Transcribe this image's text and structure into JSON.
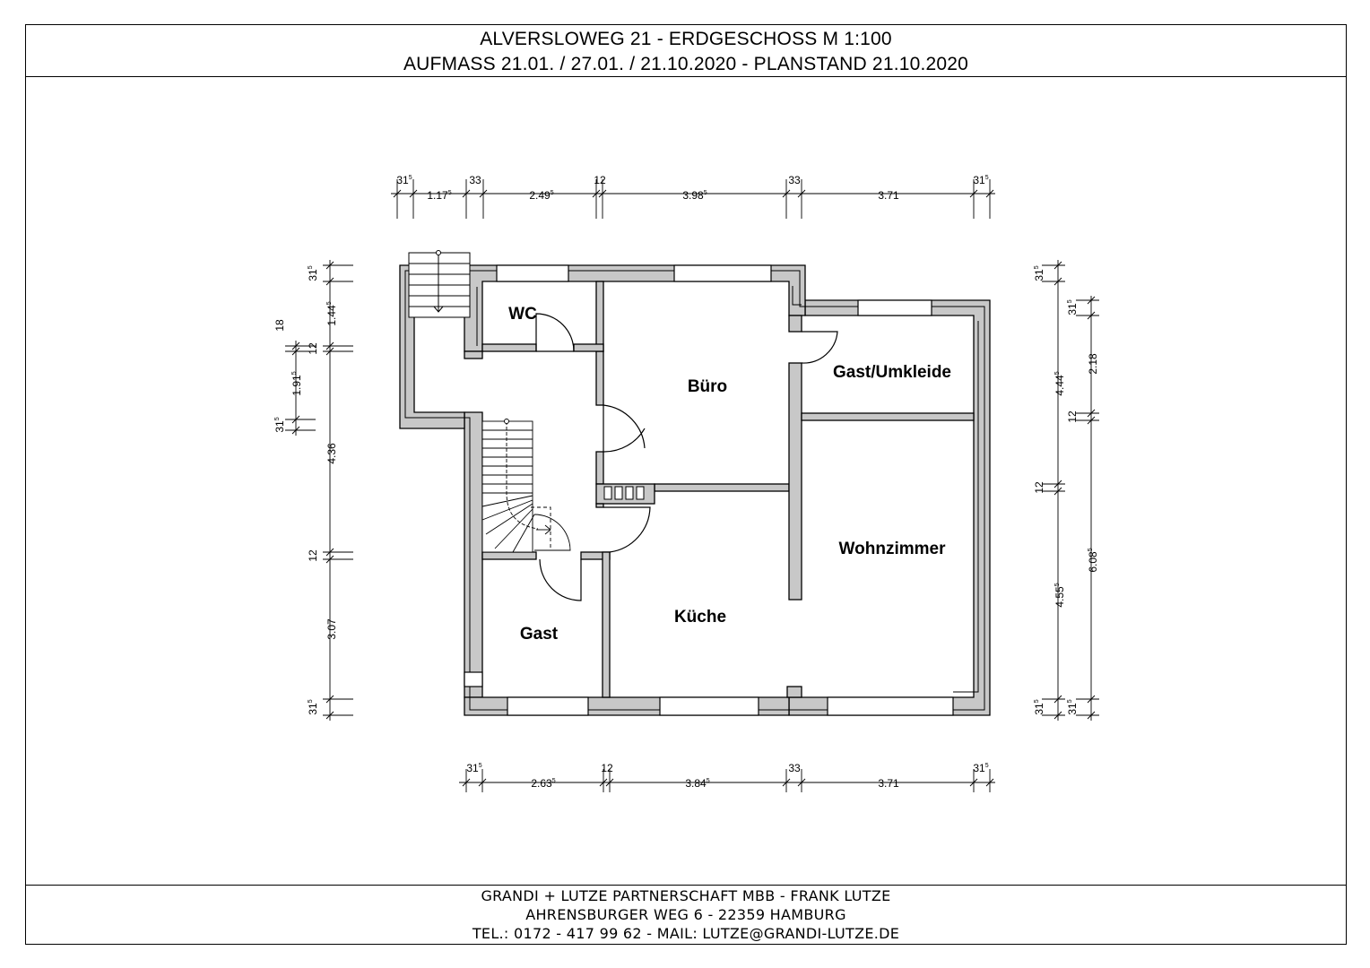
{
  "header": {
    "title_line1": "ALVERSLOWEG 21 - ERDGESCHOSS M 1:100",
    "title_line2": "AUFMASS 21.01. / 27.01. / 21.10.2020 - PLANSTAND 21.10.2020"
  },
  "footer": {
    "line1": "GRANDI + LUTZE PARTNERSCHAFT MBB - FRANK LUTZE",
    "line2": "AHRENSBURGER WEG 6 - 22359 HAMBURG",
    "line3": "TEL.: 0172 - 417 99 62 - MAIL: LUTZE@GRANDI-LUTZE.DE"
  },
  "rooms": {
    "wc": "WC",
    "buero": "Büro",
    "gast_umkleide": "Gast/Umkleide",
    "wohnzimmer": "Wohnzimmer",
    "kueche": "Küche",
    "gast": "Gast"
  },
  "dimensions": {
    "top": [
      {
        "main": "31",
        "sup": "5"
      },
      {
        "main": "1.17",
        "sup": "5"
      },
      {
        "main": "33",
        "sup": ""
      },
      {
        "main": "2.49",
        "sup": "5"
      },
      {
        "main": "12",
        "sup": ""
      },
      {
        "main": "3.98",
        "sup": "5"
      },
      {
        "main": "33",
        "sup": ""
      },
      {
        "main": "3.71",
        "sup": ""
      },
      {
        "main": "31",
        "sup": "5"
      }
    ],
    "bottom": [
      {
        "main": "31",
        "sup": "5"
      },
      {
        "main": "2.63",
        "sup": "5"
      },
      {
        "main": "12",
        "sup": ""
      },
      {
        "main": "3.84",
        "sup": "5"
      },
      {
        "main": "33",
        "sup": ""
      },
      {
        "main": "3.71",
        "sup": ""
      },
      {
        "main": "31",
        "sup": "5"
      }
    ],
    "left_outer": [
      {
        "main": "18",
        "sup": ""
      },
      {
        "main": "31",
        "sup": "5"
      },
      {
        "main": "4.36",
        "sup": ""
      }
    ],
    "left_inner": [
      {
        "main": "31",
        "sup": "5"
      },
      {
        "main": "1.44",
        "sup": "5"
      },
      {
        "main": "12",
        "sup": ""
      },
      {
        "main": "1.91",
        "sup": "5"
      },
      {
        "main": "12",
        "sup": ""
      },
      {
        "main": "3.07",
        "sup": ""
      },
      {
        "main": "31",
        "sup": "5"
      }
    ],
    "right_inner": [
      {
        "main": "31",
        "sup": "5"
      },
      {
        "main": "4.44",
        "sup": "5"
      },
      {
        "main": "12",
        "sup": ""
      },
      {
        "main": "4.55",
        "sup": "5"
      },
      {
        "main": "31",
        "sup": "5"
      }
    ],
    "right_outer": [
      {
        "main": "31",
        "sup": "5"
      },
      {
        "main": "2.18",
        "sup": ""
      },
      {
        "main": "12",
        "sup": ""
      },
      {
        "main": "6.08",
        "sup": "5"
      },
      {
        "main": "31",
        "sup": "5"
      }
    ]
  },
  "colors": {
    "wall_fill": "#c8c8c8",
    "line": "#000000"
  }
}
